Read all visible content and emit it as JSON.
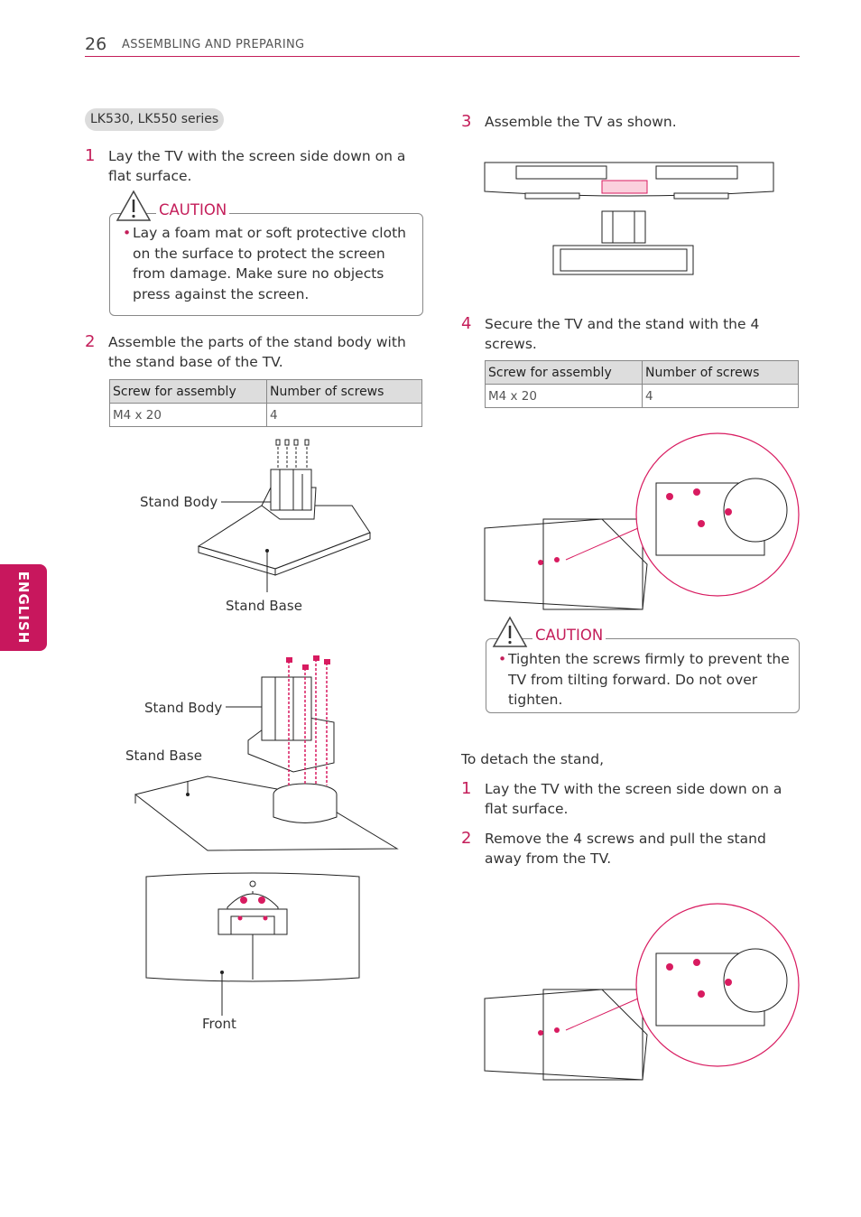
{
  "header": {
    "page_number": "26",
    "section": "ASSEMBLING AND PREPARING"
  },
  "side_tab": {
    "label": "ENGLISH"
  },
  "left": {
    "series": "LK530, LK550 series",
    "step1": {
      "num": "1",
      "text": "Lay the TV with the screen side down on a flat surface."
    },
    "caution": {
      "title": "CAUTION",
      "bullet": "•",
      "text": "Lay a foam mat or soft protective cloth on the surface to protect the screen from damage. Make sure no objects press against the screen."
    },
    "step2": {
      "num": "2",
      "text": "Assemble the parts of the stand body with the stand base of the TV."
    },
    "table": {
      "headers": [
        "Screw for assembly",
        "Number of screws"
      ],
      "row": [
        "M4 x 20",
        "4"
      ]
    },
    "fig1": {
      "stand_body": "Stand Body",
      "stand_base": "Stand Base"
    },
    "fig2": {
      "stand_body": "Stand Body",
      "stand_base": "Stand Base"
    },
    "fig3": {
      "front": "Front"
    }
  },
  "right": {
    "step3": {
      "num": "3",
      "text": "Assemble the TV as shown."
    },
    "step4": {
      "num": "4",
      "text": "Secure the TV and the stand with the 4 screws."
    },
    "table": {
      "headers": [
        "Screw for assembly",
        "Number of screws"
      ],
      "row": [
        "M4 x 20",
        "4"
      ]
    },
    "caution": {
      "title": "CAUTION",
      "bullet": "•",
      "text": "Tighten the screws firmly to prevent the TV from tilting forward. Do not over tighten."
    },
    "detach_intro": "To detach the stand,",
    "detach_step1": {
      "num": "1",
      "text": "Lay the TV with the screen side down on a flat surface."
    },
    "detach_step2": {
      "num": "2",
      "text": "Remove the 4 screws and pull the stand away from the TV."
    }
  },
  "colors": {
    "accent": "#c41e5a",
    "tab": "#c8175d",
    "screw": "#d81b60"
  }
}
